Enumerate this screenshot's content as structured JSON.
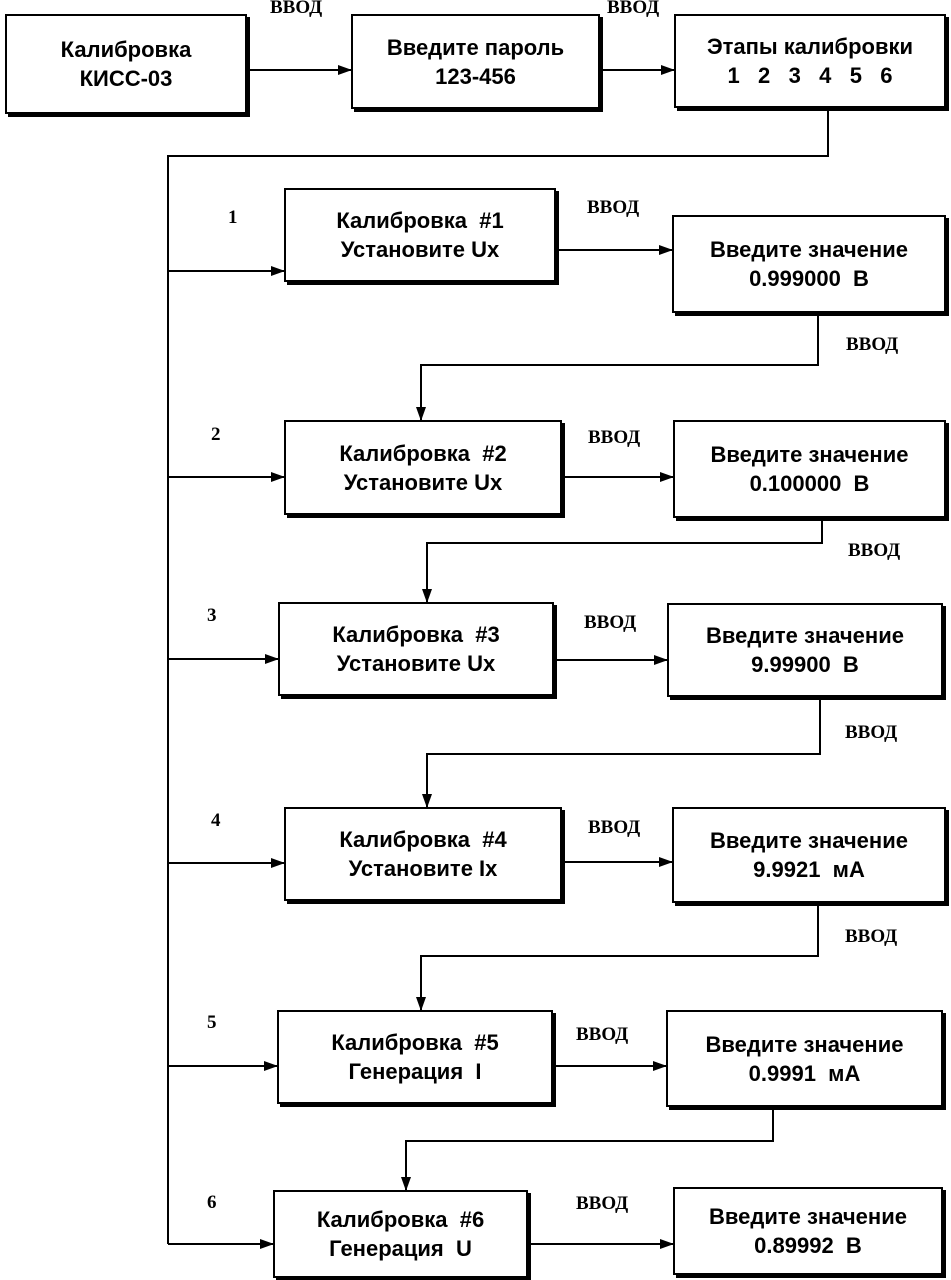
{
  "top": {
    "start": {
      "line1": "Калибровка",
      "line2": "КИСС-03"
    },
    "password": {
      "line1": "Введите пароль",
      "line2": "123-456"
    },
    "stages": {
      "line1": "Этапы калибровки",
      "line2": "1   2   3   4   5   6"
    },
    "enter_label_1": "ВВОД",
    "enter_label_2": "ВВОД"
  },
  "steps": [
    {
      "number": "1",
      "title": "Калибровка  #1",
      "action": "Установите Ux",
      "prompt": "Введите значение",
      "value": "0.999000  В",
      "enter_right": "ВВОД",
      "enter_down": "ВВОД"
    },
    {
      "number": "2",
      "title": "Калибровка  #2",
      "action": "Установите Ux",
      "prompt": "Введите значение",
      "value": "0.100000  В",
      "enter_right": "ВВОД",
      "enter_down": "ВВОД"
    },
    {
      "number": "3",
      "title": "Калибровка  #3",
      "action": "Установите Ux",
      "prompt": "Введите значение",
      "value": "9.99900  В",
      "enter_right": "ВВОД",
      "enter_down": "ВВОД"
    },
    {
      "number": "4",
      "title": "Калибровка  #4",
      "action": "Установите Ix",
      "prompt": "Введите значение",
      "value": "9.9921  мА",
      "enter_right": "ВВОД",
      "enter_down": "ВВОД"
    },
    {
      "number": "5",
      "title": "Калибровка  #5",
      "action": "Генерация  I",
      "prompt": "Введите значение",
      "value": "0.9991  мА",
      "enter_right": "ВВОД"
    },
    {
      "number": "6",
      "title": "Калибровка  #6",
      "action": "Генерация  U",
      "prompt": "Введите значение",
      "value": "0.89992  В",
      "enter_right": "ВВОД"
    }
  ]
}
